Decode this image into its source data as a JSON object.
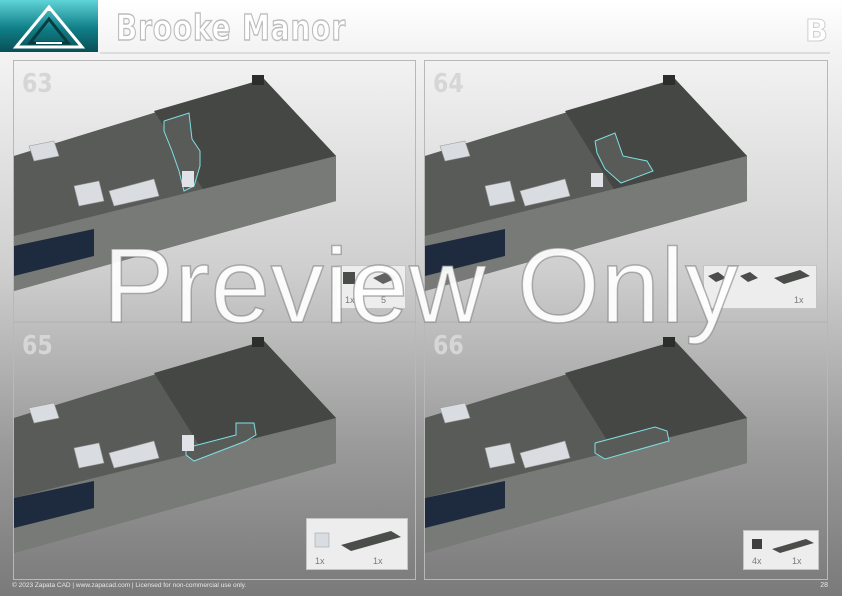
{
  "header": {
    "title": "Brooke Manor",
    "section": "B"
  },
  "steps": [
    {
      "number": "63",
      "parts": [
        {
          "qty": "1x"
        },
        {
          "qty": "5"
        }
      ]
    },
    {
      "number": "64",
      "parts": [
        {
          "qty": "1x"
        }
      ]
    },
    {
      "number": "65",
      "parts": [
        {
          "qty": "1x"
        },
        {
          "qty": "1x"
        }
      ]
    },
    {
      "number": "66",
      "parts": [
        {
          "qty": "4x"
        },
        {
          "qty": "1x"
        }
      ]
    }
  ],
  "watermark": "Preview Only",
  "footer": {
    "text": "© 2023 Zapata CAD  |  www.zapacad.com  |  Licensed for non-commercial use only.",
    "page": "28"
  },
  "colors": {
    "accent": "#1fb5bd",
    "highlight": "#7fe0e4",
    "brick_dark": "#4a4d49",
    "brick_mid": "#6e716c",
    "brick_light": "#d5d8dc"
  }
}
